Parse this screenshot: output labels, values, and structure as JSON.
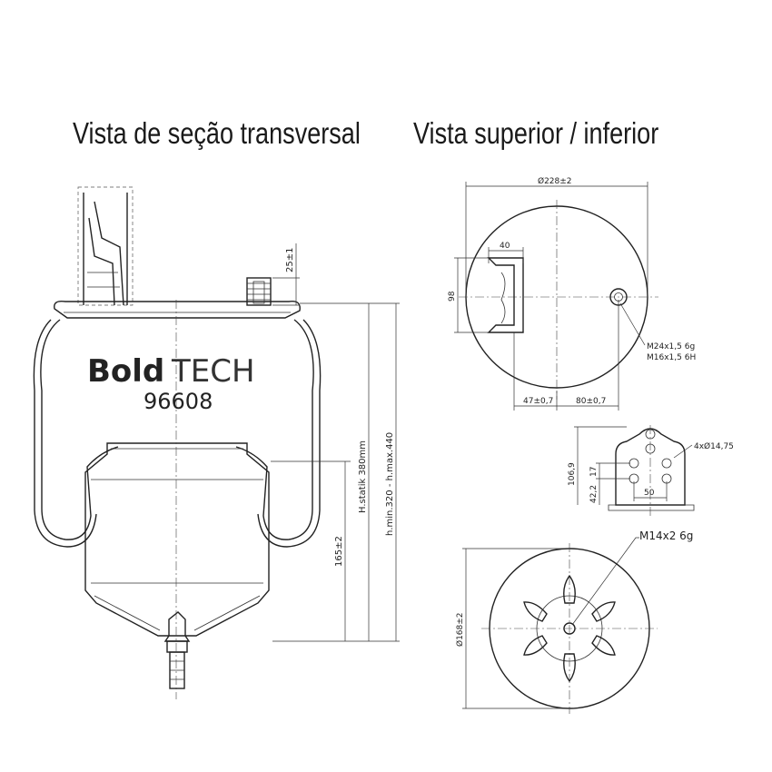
{
  "headings": {
    "cross_section": "Vista de seção transversal",
    "top_bottom": "Vista superior / inferior"
  },
  "brand": {
    "name_bold": "Bold",
    "name_light": "TECH",
    "part_number": "96608"
  },
  "dimensions": {
    "diameter_top": "Ø228±2",
    "width_40": "40",
    "height_98": "98",
    "offset_47": "47±0,7",
    "offset_80": "80±0,7",
    "thread_m24": "M24x1,5 6g",
    "thread_m16": "M16x1,5 6H",
    "stud_25": "25±1",
    "h_static": "H.statik 380mm",
    "h_range": "h.min.320 - h.max.440",
    "piston_165": "165±2",
    "bracket_holes": "4xØ14,75",
    "bracket_106": "106,9",
    "bracket_17": "17",
    "bracket_42": "42,2",
    "bracket_50": "50",
    "thread_m14": "M14x2 6g",
    "diameter_bottom": "Ø168±2"
  }
}
